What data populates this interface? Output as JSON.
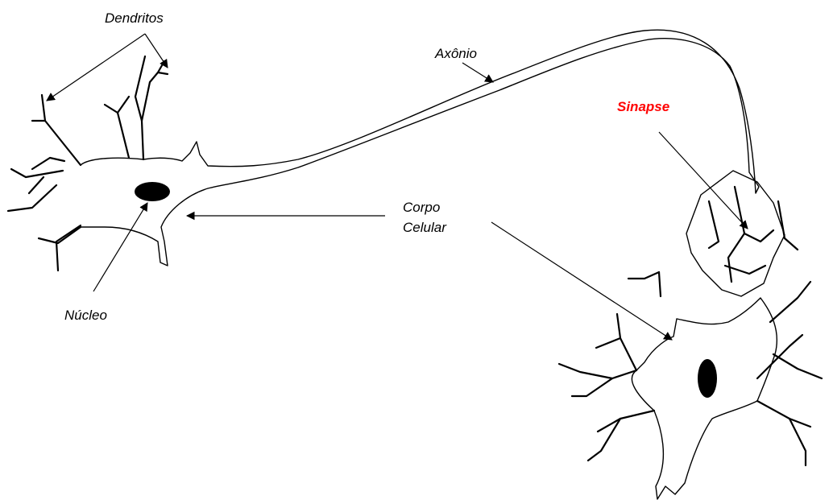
{
  "labels": {
    "dendritos": "Dendritos",
    "axonio": "Axônio",
    "sinapse": "Sinapse",
    "corpo": "Corpo",
    "celular": "Celular",
    "nucleo": "Núcleo"
  },
  "colors": {
    "accent": "#ff0000",
    "line": "#000000",
    "background": "#ffffff"
  }
}
